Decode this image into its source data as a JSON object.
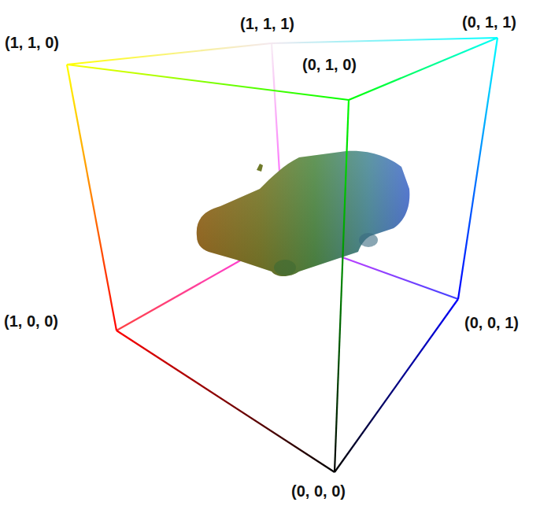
{
  "diagram": {
    "labels": [
      "(1, 1, 0)",
      "(1, 1, 1)",
      "(0, 1, 1)",
      "(0, 1, 0)",
      "(1, 0, 0)",
      "(0, 0, 1)",
      "(0, 0, 0)"
    ]
  }
}
